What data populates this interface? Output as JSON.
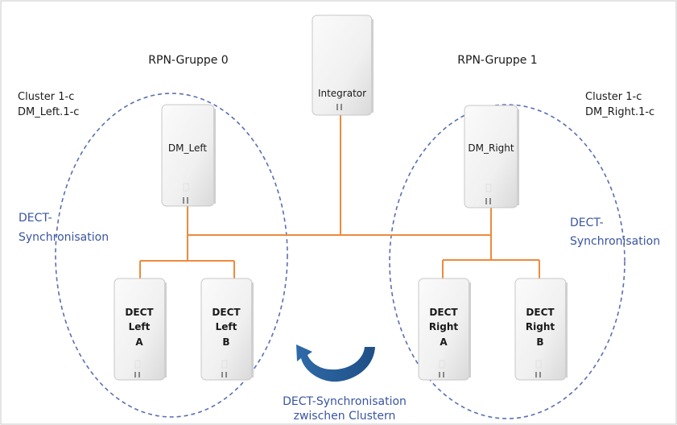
{
  "diagram": {
    "groups": {
      "left_title": "RPN-Gruppe 0",
      "right_title": "RPN-Gruppe 1"
    },
    "clusters": {
      "left": {
        "line1": "Cluster 1-c",
        "line2": "DM_Left.1-c"
      },
      "right": {
        "line1": "Cluster 1-c",
        "line2": "DM_Right.1-c"
      }
    },
    "sync_labels": {
      "left": {
        "line1": "DECT-",
        "line2": "Synchronisation"
      },
      "right": {
        "line1": "DECT-",
        "line2": "Synchronisation"
      },
      "between": {
        "line1": "DECT-Synchronisation",
        "line2": "zwischen Clustern"
      }
    },
    "devices": {
      "integrator": "Integrator",
      "dm_left": "DM_Left",
      "dm_right": "DM_Right",
      "dect_left_a": [
        "DECT",
        "Left",
        "A"
      ],
      "dect_left_b": [
        "DECT",
        "Left",
        "B"
      ],
      "dect_right_a": [
        "DECT",
        "Right",
        "A"
      ],
      "dect_right_b": [
        "DECT",
        "Right",
        "B"
      ]
    },
    "colors": {
      "cable": "#ee8a3c",
      "cluster_border": "#5a6fb0",
      "sync_text": "#3a55a2",
      "arrow": "#2f6aa8"
    }
  }
}
